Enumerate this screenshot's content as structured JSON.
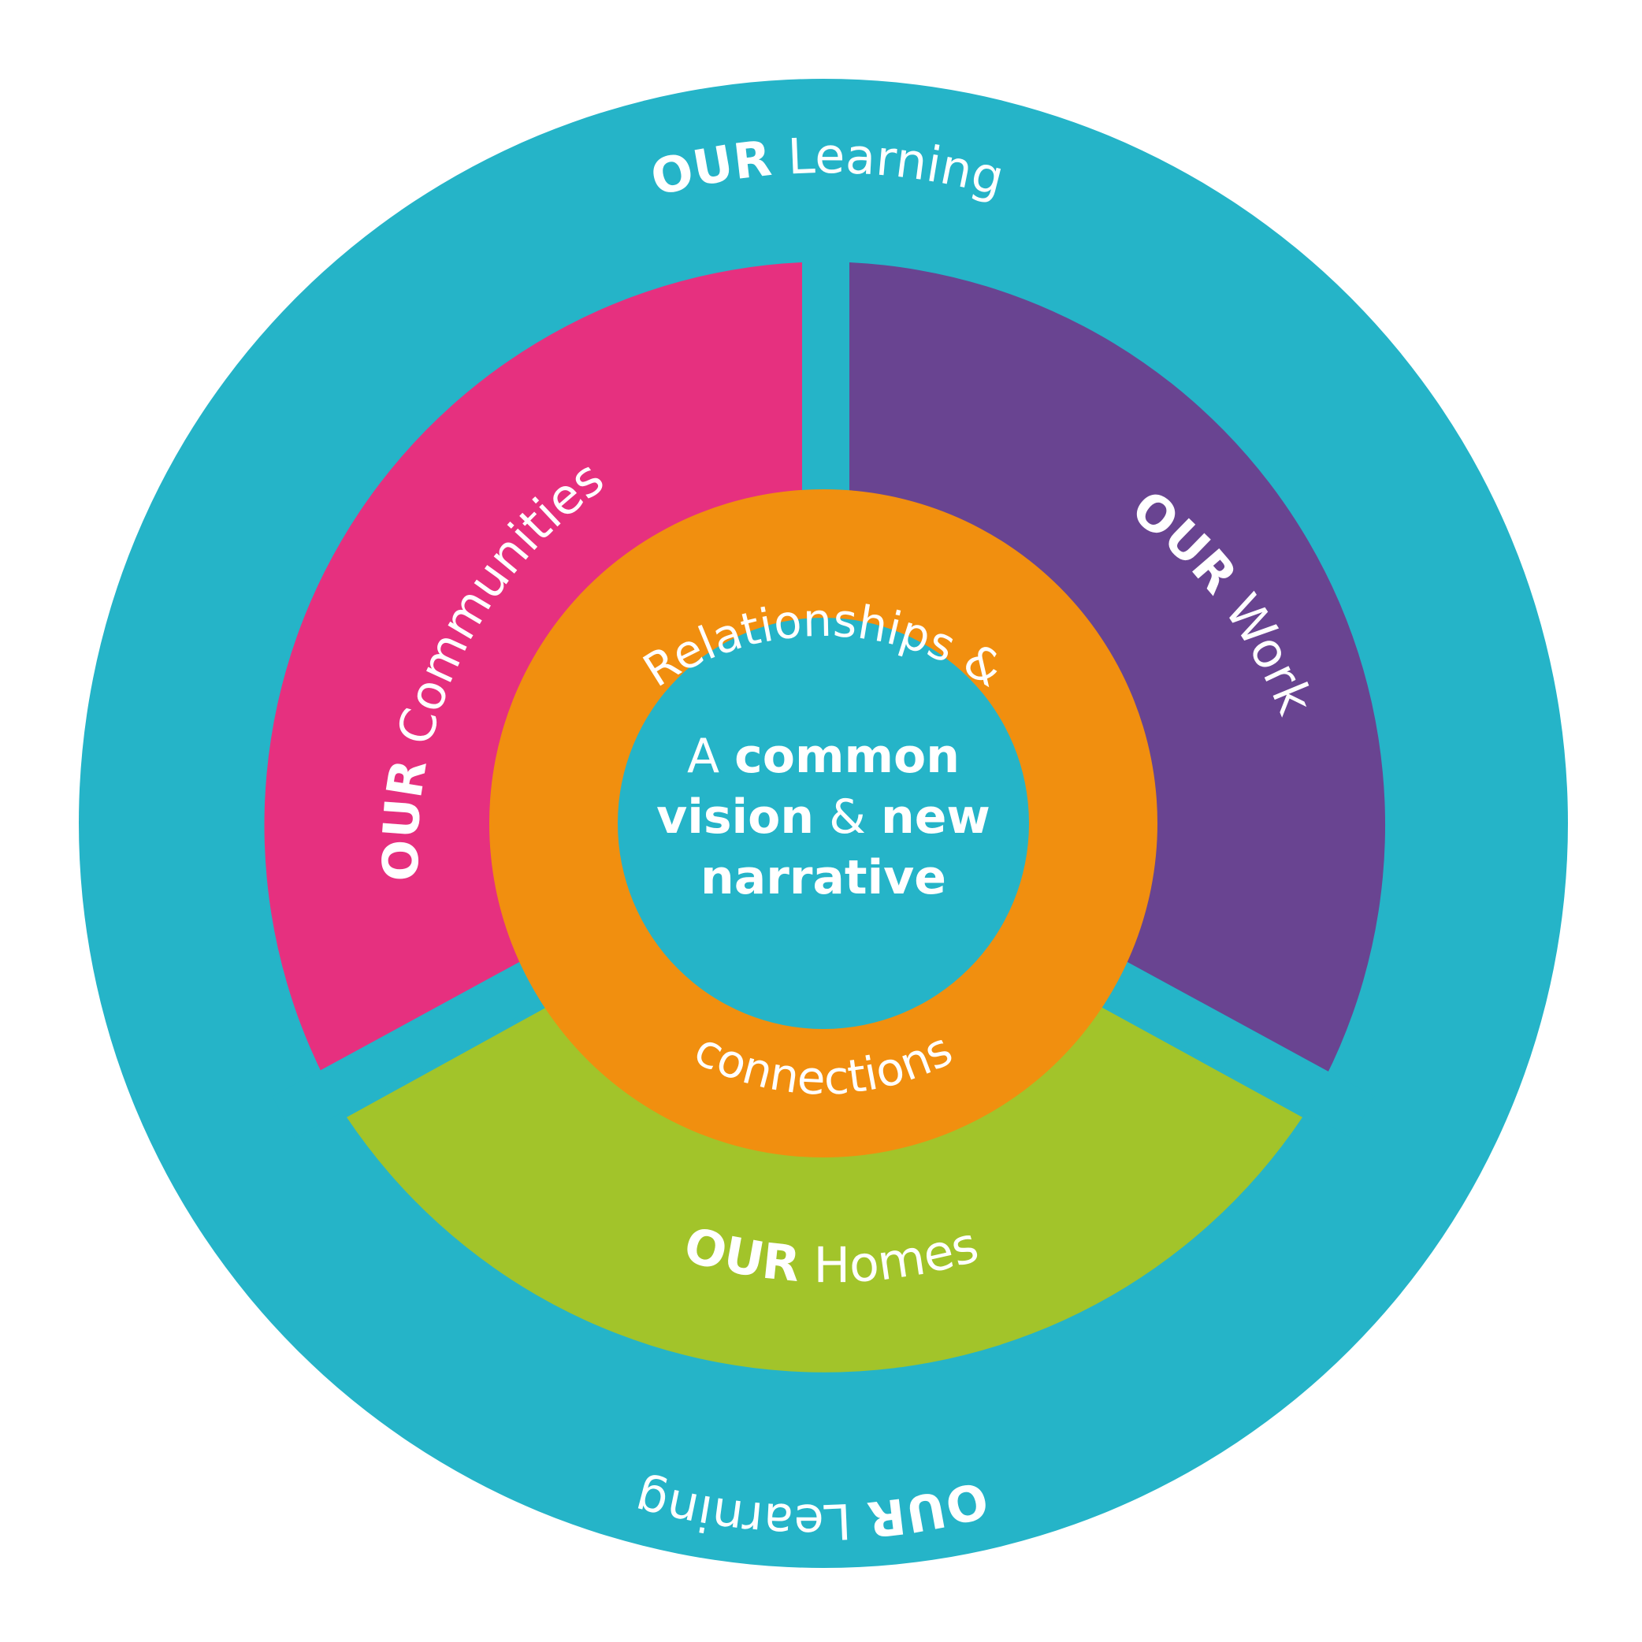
{
  "colors": {
    "outer_ring": "#25B4C8",
    "communities": "#E6307F",
    "work": "#694491",
    "homes": "#A2C42A",
    "relationships_ring": "#F18F0F",
    "core": "#25B4C8",
    "text": "#FFFFFF"
  },
  "outer": {
    "top": {
      "bold": "OUR",
      "text": "Learning"
    },
    "bottom": {
      "bold": "OUR",
      "text": "Learning"
    }
  },
  "segments": {
    "communities": {
      "bold": "OUR",
      "text": "Communities"
    },
    "work": {
      "bold": "OUR",
      "text": "Work"
    },
    "homes": {
      "bold": "OUR",
      "text": "Homes"
    }
  },
  "ring": {
    "top": "Relationships &",
    "bottom": "connections"
  },
  "core": {
    "line1_a": "A",
    "line1_b": "common",
    "line2_a": "vision",
    "line2_b": "&",
    "line2_c": "new",
    "line3": "narrative"
  }
}
